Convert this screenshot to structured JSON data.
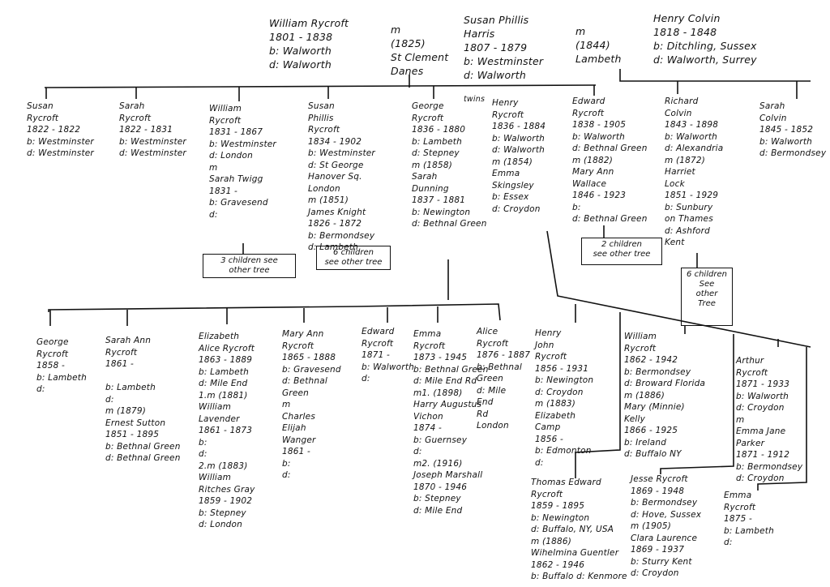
{
  "generation1": {
    "william_rycroft": "William Rycroft\n1801 - 1838\nb: Walworth\nd: Walworth",
    "marriage_1825": "m\n(1825)\nSt Clement\nDanes",
    "susan_phillis_harris": "Susan Phillis\nHarris\n1807 - 1879\nb: Westminster\nd: Walworth",
    "marriage_1844": "m\n(1844)\nLambeth",
    "henry_colvin": "Henry Colvin\n1818 - 1848\nb: Ditchling, Sussex\nd: Walworth, Surrey"
  },
  "generation2": {
    "susan_rycroft": "Susan\nRycroft\n1822 - 1822\nb: Westminster\nd: Westminster",
    "sarah_rycroft": "Sarah\nRycroft\n1822 - 1831\nb: Westminster\nd: Westminster",
    "william_rycroft": "William\nRycroft\n1831 - 1867\nb: Westminster\nd: London\nm\nSarah Twigg\n1831 -\nb: Gravesend\nd:",
    "susan_phillis_rycroft": "Susan\nPhillis\nRycroft\n1834 - 1902\nb: Westminster\nd: St George\nHanover Sq.\nLondon\nm (1851)\nJames Knight\n1826 - 1872\nb: Bermondsey\nd: Lambeth",
    "george_rycroft": "George\nRycroft\n1836 - 1880\nb: Lambeth\nd: Stepney\nm (1858)\nSarah\nDunning\n1837 - 1881\nb: Newington\nd: Bethnal Green",
    "twins_label": "twins",
    "henry_rycroft": "Henry\nRycroft\n1836 - 1884\nb: Walworth\nd: Walworth\nm (1854)\nEmma\nSkingsley\nb: Essex\nd: Croydon",
    "edward_rycroft": "Edward\nRycroft\n1838 - 1905\nb: Walworth\nd: Bethnal Green\nm (1882)\nMary Ann\nWallace\n1846 - 1923\nb:\nd: Bethnal Green",
    "richard_colvin": "Richard\nColvin\n1843 - 1898\nb: Walworth\nd: Alexandria\nm (1872)\nHarriet\nLock\n1851 - 1929\nb: Sunbury\non Thames\nd: Ashford\nKent",
    "sarah_colvin": "Sarah\nColvin\n1845 - 1852\nb: Walworth\nd: Bermondsey",
    "note_william": "3 children see\nother tree",
    "note_susan": "6 children\nsee other tree",
    "note_edward": "2 children\nsee other tree",
    "note_richard": "6 children\nSee\nother\nTree"
  },
  "generation3": {
    "george_rycroft": "George\nRycroft\n1858 -\nb: Lambeth\nd:",
    "sarah_ann_rycroft": "Sarah Ann\nRycroft\n1861 -\n\nb: Lambeth\nd:\nm (1879)\nErnest Sutton\n1851 - 1895\nb: Bethnal Green\nd: Bethnal Green",
    "elizabeth_alice_rycroft": "Elizabeth\nAlice Rycroft\n1863 - 1889\nb: Lambeth\nd: Mile End\n1.m (1881)\nWilliam\nLavender\n1861 - 1873\nb:\nd:\n2.m (1883)\nWilliam\nRitches Gray\n1859 - 1902\nb: Stepney\nd: London",
    "mary_ann_rycroft": "Mary Ann\nRycroft\n1865 - 1888\nb: Gravesend\nd: Bethnal\nGreen\nm\nCharles\nElijah\nWanger\n1861 -\nb:\nd:",
    "edward_rycroft": "Edward\nRycroft\n1871 -\nb: Walworth\nd:",
    "emma_rycroft": "Emma\nRycroft\n1873 - 1945\nb: Bethnal Green\nd: Mile End Rd\nm1. (1898)\nHarry Augustus\nVichon\n1874 -\nb: Guernsey\nd:\nm2. (1916)\nJoseph Marshall\n1870 - 1946\nb: Stepney\nd: Mile End",
    "alice_rycroft": "Alice\nRycroft\n1876 - 1887\nb: Bethnal\nGreen\nd: Mile\nEnd\nRd\nLondon",
    "henry_john_rycroft": "Henry\nJohn\nRycroft\n1856 - 1931\nb: Newington\nd: Croydon\nm (1883)\nElizabeth\nCamp\n1856 -\nb: Edmonton\nd:",
    "william_rycroft": "William\nRycroft\n1862 - 1942\nb: Bermondsey\nd: Broward Florida\nm (1886)\nMary (Minnie)\nKelly\n1866 - 1925\nb: Ireland\nd: Buffalo NY",
    "arthur_rycroft": "Arthur\nRycroft\n1871 - 1933\nb: Walworth\nd: Croydon\nm\nEmma Jane\nParker\n1871 - 1912\nb: Bermondsey\nd: Croydon",
    "thomas_edward_rycroft": "Thomas Edward\nRycroft\n1859 - 1895\nb: Newington\nd: Buffalo, NY, USA\nm (1886)\nWihelmina Guentler\n1862 - 1946\nb: Buffalo  d: Kenmore",
    "jesse_rycroft": "Jesse Rycroft\n1869 - 1948\nb: Bermondsey\nd: Hove, Sussex\nm (1905)\nClara Laurence\n1869 - 1937\nb: Sturry Kent\nd: Croydon",
    "emma_rycroft_2": "Emma\nRycroft\n1875 -\nb: Lambeth\nd:"
  }
}
